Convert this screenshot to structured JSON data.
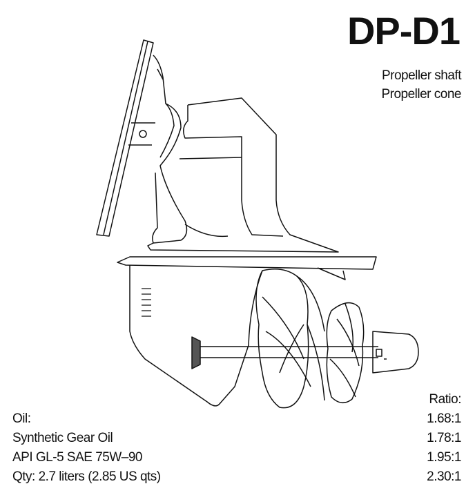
{
  "title": "DP-D1",
  "parts": [
    "Propeller shaft",
    "Propeller cone"
  ],
  "oil": {
    "label": "Oil:",
    "type": "Synthetic Gear Oil",
    "spec": "API GL-5 SAE 75W–90",
    "quantity": "Qty: 2.7 liters (2.85 US qts)"
  },
  "ratio": {
    "label": "Ratio:",
    "values": [
      "1.68:1",
      "1.78:1",
      "1.95:1",
      "2.30:1"
    ]
  }
}
